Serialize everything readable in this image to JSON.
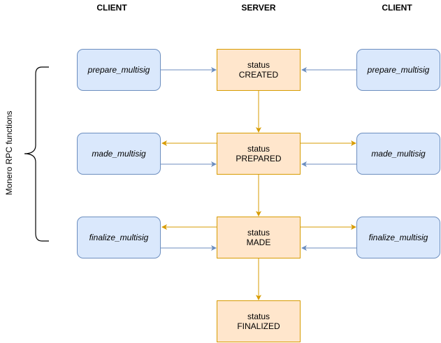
{
  "headers": {
    "left": "CLIENT",
    "center": "SERVER",
    "right": "CLIENT"
  },
  "side_label": "Monero RPC functions",
  "client_left": [
    "prepare_multisig",
    "made_multisig",
    "finalize_multisig"
  ],
  "client_right": [
    "prepare_multisig",
    "made_multisig",
    "finalize_multisig"
  ],
  "server": [
    {
      "line1": "status",
      "line2": "CREATED"
    },
    {
      "line1": "status",
      "line2": "PREPARED"
    },
    {
      "line1": "status",
      "line2": "MADE"
    },
    {
      "line1": "status",
      "line2": "FINALIZED"
    }
  ],
  "colors": {
    "client_fill": "#dae8fc",
    "client_stroke": "#6c8ebf",
    "server_fill": "#ffe6cc",
    "server_stroke": "#d79b00"
  }
}
